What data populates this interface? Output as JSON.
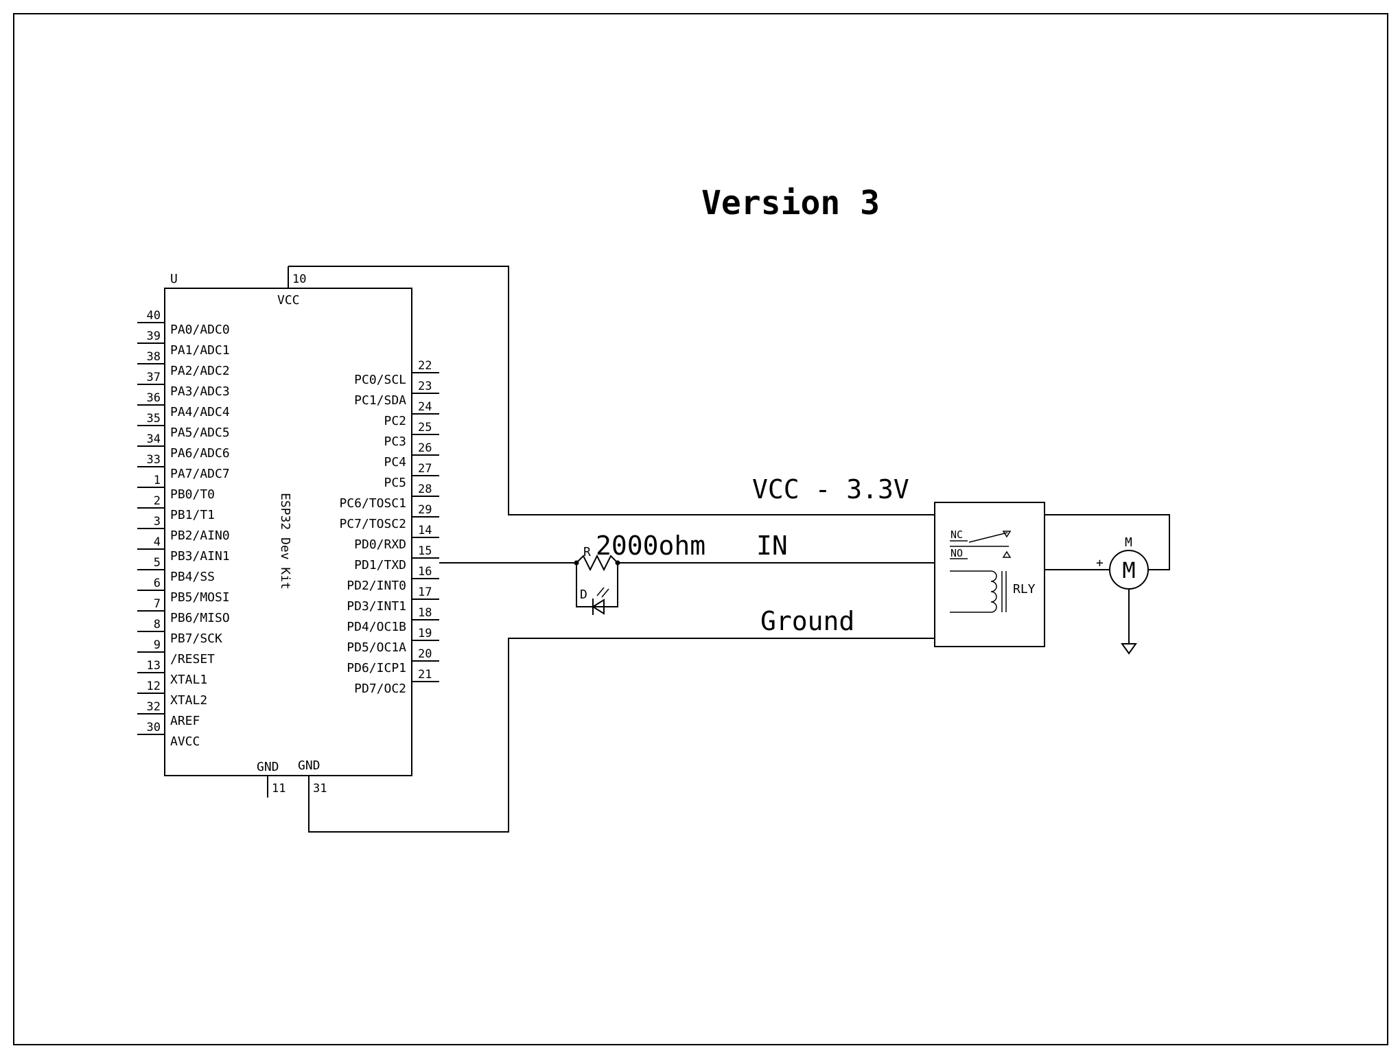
{
  "title": "Version 3",
  "chip": {
    "ref": "U",
    "name": "ESP32 Dev Kit",
    "vcc_pin": {
      "num": "10",
      "name": "VCC"
    },
    "gnd_pins": [
      {
        "num": "11",
        "name": "GND"
      },
      {
        "num": "31",
        "name": "GND"
      }
    ],
    "left_pins": [
      {
        "num": "40",
        "name": "PA0/ADC0"
      },
      {
        "num": "39",
        "name": "PA1/ADC1"
      },
      {
        "num": "38",
        "name": "PA2/ADC2"
      },
      {
        "num": "37",
        "name": "PA3/ADC3"
      },
      {
        "num": "36",
        "name": "PA4/ADC4"
      },
      {
        "num": "35",
        "name": "PA5/ADC5"
      },
      {
        "num": "34",
        "name": "PA6/ADC6"
      },
      {
        "num": "33",
        "name": "PA7/ADC7"
      },
      {
        "num": "1",
        "name": "PB0/T0"
      },
      {
        "num": "2",
        "name": "PB1/T1"
      },
      {
        "num": "3",
        "name": "PB2/AIN0"
      },
      {
        "num": "4",
        "name": "PB3/AIN1"
      },
      {
        "num": "5",
        "name": "PB4/SS"
      },
      {
        "num": "6",
        "name": "PB5/MOSI"
      },
      {
        "num": "7",
        "name": "PB6/MISO"
      },
      {
        "num": "8",
        "name": "PB7/SCK"
      },
      {
        "num": "9",
        "name": "/RESET"
      },
      {
        "num": "13",
        "name": "XTAL1"
      },
      {
        "num": "12",
        "name": "XTAL2"
      },
      {
        "num": "32",
        "name": "AREF"
      },
      {
        "num": "30",
        "name": "AVCC"
      }
    ],
    "right_pins": [
      {
        "num": "22",
        "name": "PC0/SCL"
      },
      {
        "num": "23",
        "name": "PC1/SDA"
      },
      {
        "num": "24",
        "name": "PC2"
      },
      {
        "num": "25",
        "name": "PC3"
      },
      {
        "num": "26",
        "name": "PC4"
      },
      {
        "num": "27",
        "name": "PC5"
      },
      {
        "num": "28",
        "name": "PC6/TOSC1"
      },
      {
        "num": "29",
        "name": "PC7/TOSC2"
      },
      {
        "num": "14",
        "name": "PD0/RXD"
      },
      {
        "num": "15",
        "name": "PD1/TXD"
      },
      {
        "num": "16",
        "name": "PD2/INT0"
      },
      {
        "num": "17",
        "name": "PD3/INT1"
      },
      {
        "num": "18",
        "name": "PD4/OC1B"
      },
      {
        "num": "19",
        "name": "PD5/OC1A"
      },
      {
        "num": "20",
        "name": "PD6/ICP1"
      },
      {
        "num": "21",
        "name": "PD7/OC2"
      }
    ]
  },
  "nets": {
    "vcc": "VCC - 3.3V",
    "in": "IN",
    "ground": "Ground"
  },
  "resistor": {
    "ref": "R",
    "value": "2000ohm"
  },
  "led": {
    "ref": "D"
  },
  "relay": {
    "ref": "RLY",
    "nc": "NC",
    "no": "NO"
  },
  "motor": {
    "ref": "M",
    "symbol": "M",
    "plus": "+"
  }
}
